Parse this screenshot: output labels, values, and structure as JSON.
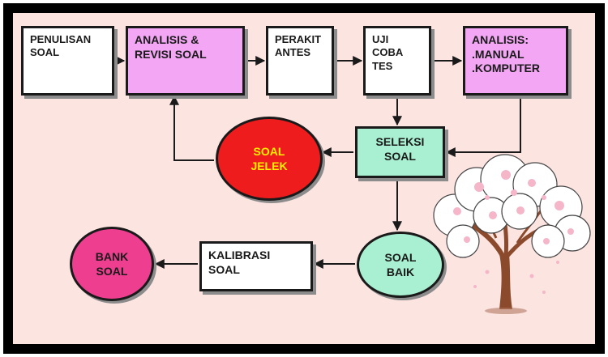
{
  "nodes": {
    "penulisan_soal": [
      "PENULISAN",
      "SOAL"
    ],
    "analisis_revisi": [
      "ANALISIS &",
      "REVISI SOAL"
    ],
    "perakit_antes": [
      "PERAKIT",
      "ANTES"
    ],
    "uji_coba": [
      "UJI",
      "COBA",
      "TES"
    ],
    "analisis_manual": [
      "ANALISIS:",
      ".MANUAL",
      ".KOMPUTER"
    ],
    "seleksi_soal": [
      "SELEKSI",
      "SOAL"
    ],
    "soal_jelek": [
      "SOAL",
      "JELEK"
    ],
    "soal_baik": [
      "SOAL",
      "BAIK"
    ],
    "kalibrasi_soal": [
      "KALIBRASI",
      "SOAL"
    ],
    "bank_soal": [
      "BANK",
      "SOAL"
    ]
  },
  "colors": {
    "background": "#fce4e1",
    "violet_box": "#f2a6f4",
    "mint_box": "#a9f0d2",
    "soal_jelek_fill": "#ee1c1c",
    "soal_jelek_text": "#ffef00",
    "soal_baik_fill": "#a9f0d2",
    "bank_soal_fill": "#ee3e8f"
  },
  "icons": [
    "blossom-tree-icon"
  ]
}
